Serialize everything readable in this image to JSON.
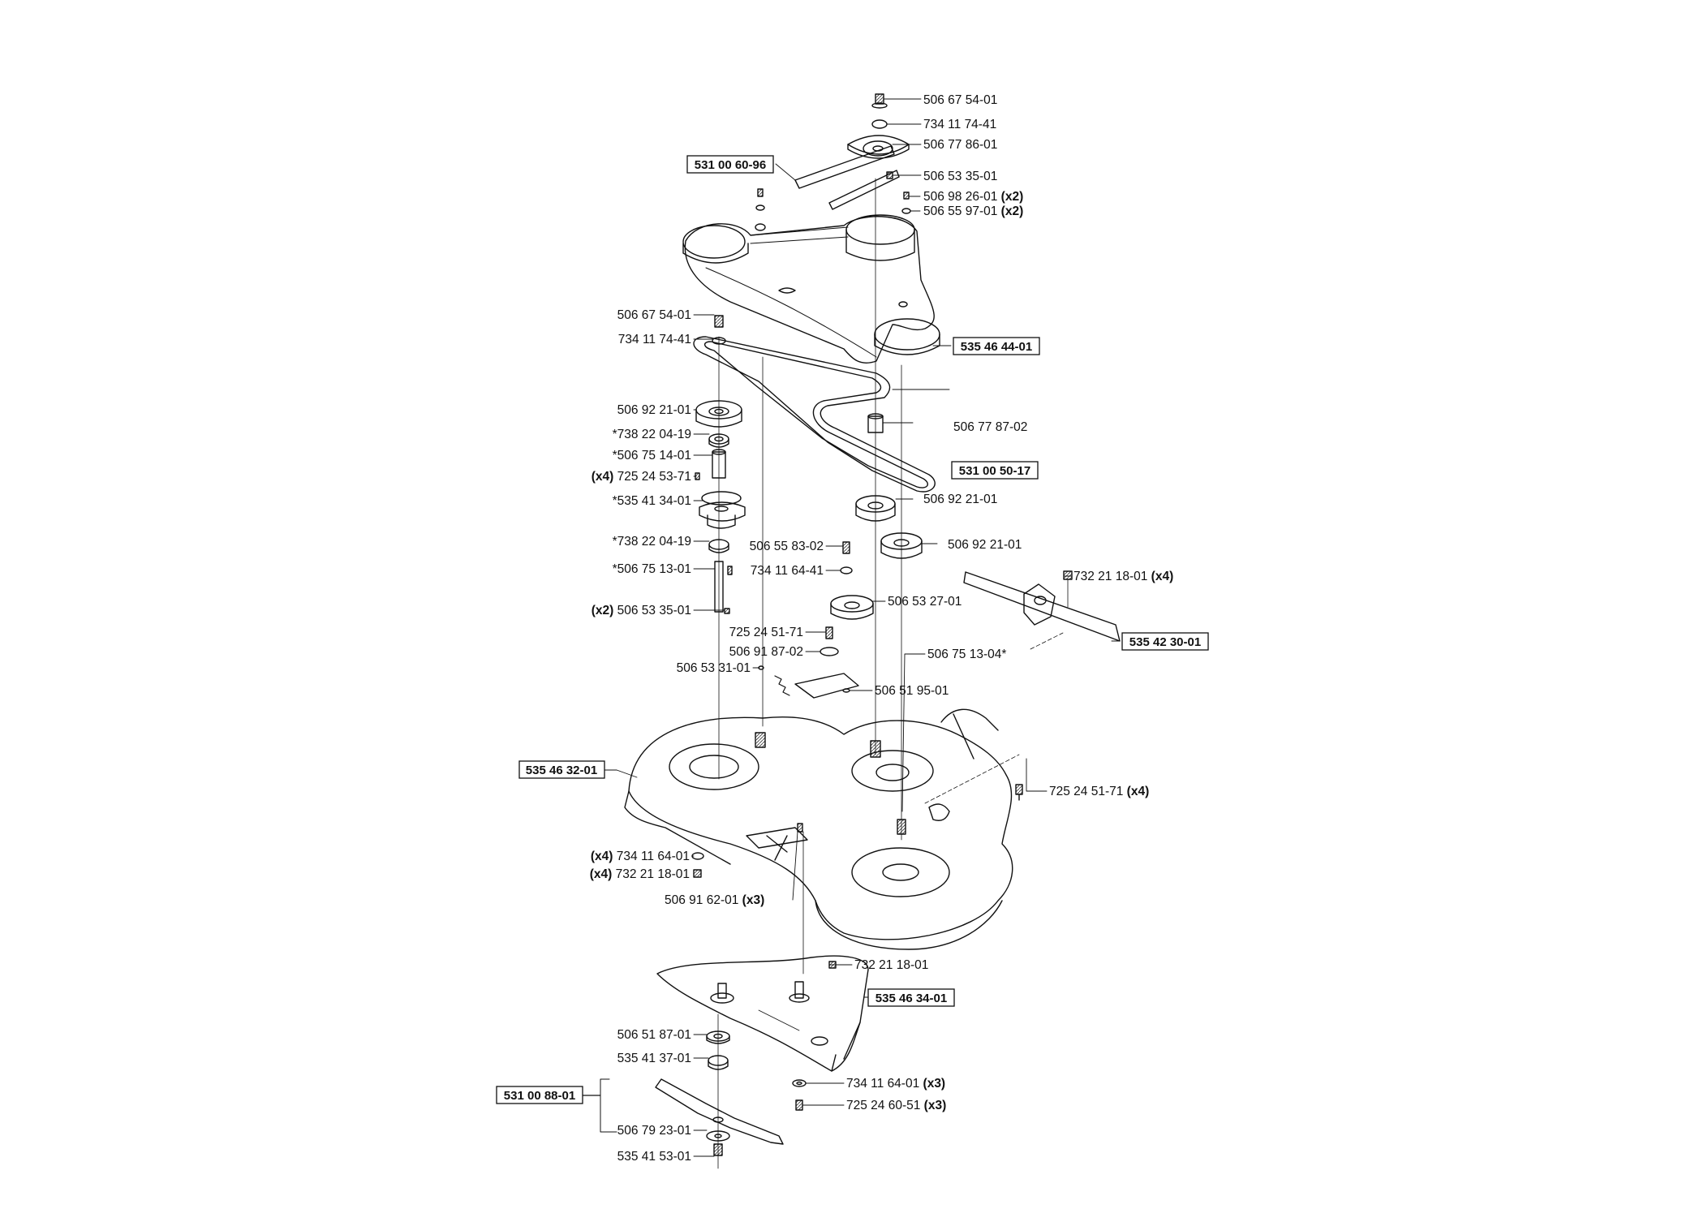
{
  "callouts": [
    {
      "id": "c1",
      "text": "506 67 54-01"
    },
    {
      "id": "c2",
      "text": "734 11 74-41"
    },
    {
      "id": "c3",
      "text": "506 77 86-01"
    },
    {
      "id": "c4",
      "text": "506 53 35-01"
    },
    {
      "id": "c5",
      "text": "506 98 26-01",
      "qty": "(x2)"
    },
    {
      "id": "c6",
      "text": "506 55 97-01",
      "qty": "(x2)"
    },
    {
      "id": "c7",
      "text": "506 67 54-01"
    },
    {
      "id": "c8",
      "text": "734 11 74-41"
    },
    {
      "id": "c9",
      "text": "506 92 21-01"
    },
    {
      "id": "c10",
      "text": "*738 22 04-19"
    },
    {
      "id": "c11",
      "text": "*506 75 14-01"
    },
    {
      "id": "c12",
      "text": "725 24 53-71",
      "qty": "(x4)"
    },
    {
      "id": "c13",
      "text": "*535 41 34-01"
    },
    {
      "id": "c14",
      "text": "*738 22 04-19"
    },
    {
      "id": "c15",
      "text": "*506 75 13-01"
    },
    {
      "id": "c16",
      "text": "506 53 35-01",
      "qty": "(x2)"
    },
    {
      "id": "c17",
      "text": "506 77 87-02"
    },
    {
      "id": "c18",
      "text": "506 92 21-01"
    },
    {
      "id": "c19",
      "text": "506 92 21-01"
    },
    {
      "id": "c20",
      "text": "506 55 83-02"
    },
    {
      "id": "c21",
      "text": "734 11 64-41"
    },
    {
      "id": "c22",
      "text": "506 53 27-01"
    },
    {
      "id": "c23",
      "text": "725 24 51-71"
    },
    {
      "id": "c24",
      "text": "506 91 87-02"
    },
    {
      "id": "c25",
      "text": "506 75 13-04*"
    },
    {
      "id": "c26",
      "text": "506 53 31-01"
    },
    {
      "id": "c27",
      "text": "506 51 95-01"
    },
    {
      "id": "c28",
      "text": "732 21 18-01",
      "qty": "(x4)"
    },
    {
      "id": "c29",
      "text": "725 24 51-71",
      "qty": "(x4)"
    },
    {
      "id": "c30",
      "text": "734 11 64-01",
      "qty": "(x4)"
    },
    {
      "id": "c31",
      "text": "732 21 18-01",
      "qty": "(x4)"
    },
    {
      "id": "c32",
      "text": "506 91 62-01",
      "qty": "(x3)"
    },
    {
      "id": "c33",
      "text": "732 21 18-01"
    },
    {
      "id": "c34",
      "text": "506 51 87-01"
    },
    {
      "id": "c35",
      "text": "535 41 37-01"
    },
    {
      "id": "c36",
      "text": "734 11 64-01",
      "qty": "(x3)"
    },
    {
      "id": "c37",
      "text": "725 24 60-51",
      "qty": "(x3)"
    },
    {
      "id": "c38",
      "text": "506 79 23-01"
    },
    {
      "id": "c39",
      "text": "535 41 53-01"
    }
  ],
  "assemblies": [
    {
      "id": "b1",
      "text": "531 00 60-96"
    },
    {
      "id": "b2",
      "text": "535 46 44-01"
    },
    {
      "id": "b3",
      "text": "531 00 50-17"
    },
    {
      "id": "b4",
      "text": "535 42 30-01"
    },
    {
      "id": "b5",
      "text": "535 46 32-01"
    },
    {
      "id": "b6",
      "text": "535 46 34-01"
    },
    {
      "id": "b7",
      "text": "531 00 88-01"
    }
  ]
}
